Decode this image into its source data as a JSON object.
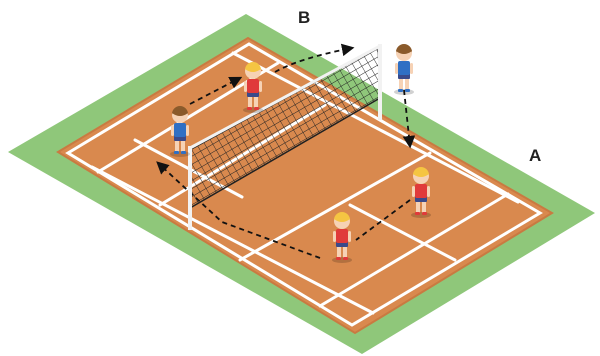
{
  "labels": {
    "a": "A",
    "b": "B"
  },
  "colors": {
    "grass": "#8fc77a",
    "court": "#d9894e",
    "court_edge": "#c97a41",
    "line": "#ffffff",
    "net_mesh": "#222222",
    "post": "#f2f2f2",
    "path": "#111111",
    "red_team_shirt": "#e03a3a",
    "blue_team_shirt": "#2f6fc4",
    "blond_hair": "#f5c542",
    "brown_hair": "#8a5a2b",
    "skin": "#f6d2b5"
  },
  "players": [
    {
      "id": "blond-left-back",
      "hair": "blond",
      "shirt": "red"
    },
    {
      "id": "brown-left-front",
      "hair": "brown",
      "shirt": "blue"
    },
    {
      "id": "brown-right-far",
      "hair": "brown",
      "shirt": "blue"
    },
    {
      "id": "blond-right-mid",
      "hair": "blond",
      "shirt": "red"
    },
    {
      "id": "blond-front-center",
      "hair": "blond",
      "shirt": "red"
    }
  ],
  "path": {
    "style": "dashed",
    "arrowheads": 4
  }
}
